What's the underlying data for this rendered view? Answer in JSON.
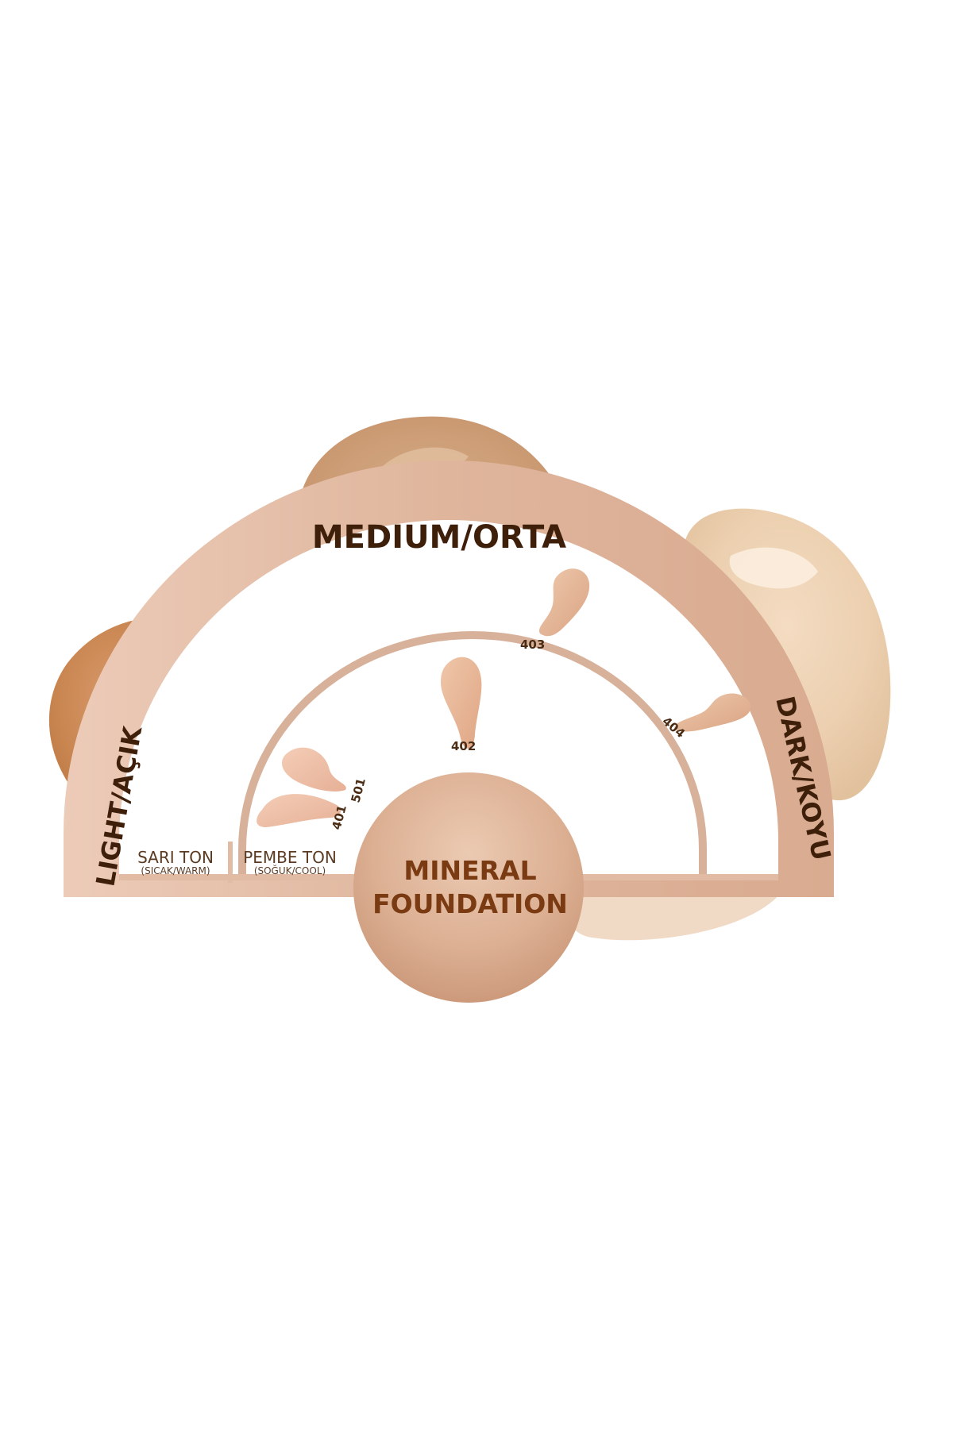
{
  "bands": {
    "light": "LIGHT/AÇIK",
    "medium": "MEDIUM/ORTA",
    "dark": "DARK/KOYU"
  },
  "tones": {
    "warm_title": "SARI TON",
    "warm_sub": "(SICAK/WARM)",
    "cool_title": "PEMBE TON",
    "cool_sub": "(SOĞUK/COOL)"
  },
  "center": {
    "line1": "MINERAL",
    "line2": "FOUNDATION"
  },
  "shades": {
    "s401": "401",
    "s501": "501",
    "s402": "402",
    "s403": "403",
    "s404": "404"
  },
  "colors": {
    "outer_band": "#e2b9a1",
    "inner_ring": "#d9b4a0",
    "label_text": "#3e1f0a",
    "center_text": "#7a3a12",
    "swatch_pink": "#f0c3ac",
    "swatch_peach": "#e8b79c"
  }
}
